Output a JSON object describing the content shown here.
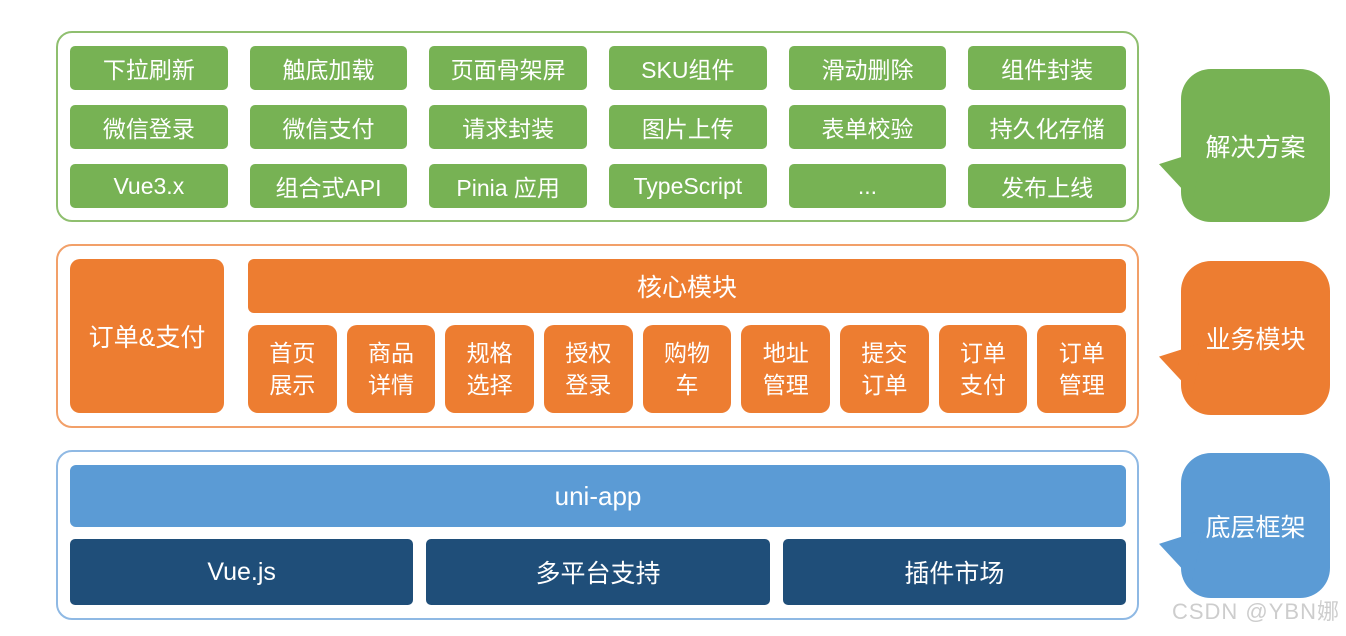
{
  "colors": {
    "green": "#77B254",
    "green_border": "#8FBF6F",
    "orange": "#ED7D31",
    "orange_border": "#F2A069",
    "blue": "#5B9BD5",
    "blue_border": "#8FB9E4",
    "darkblue": "#1F4E79"
  },
  "solutions": {
    "label": "解决方案",
    "items": [
      "下拉刷新",
      "触底加载",
      "页面骨架屏",
      "SKU组件",
      "滑动删除",
      "组件封装",
      "微信登录",
      "微信支付",
      "请求封装",
      "图片上传",
      "表单校验",
      "持久化存储",
      "Vue3.x",
      "组合式API",
      "Pinia 应用",
      "TypeScript",
      "...",
      "发布上线"
    ]
  },
  "business": {
    "label": "业务模块",
    "side_module": "订单&支付",
    "core_title": "核心模块",
    "core_items": [
      "首页展示",
      "商品详情",
      "规格选择",
      "授权登录",
      "购物车",
      "地址管理",
      "提交订单",
      "订单支付",
      "订单管理"
    ]
  },
  "framework": {
    "label": "底层框架",
    "header": "uni-app",
    "items": [
      "Vue.js",
      "多平台支持",
      "插件市场"
    ]
  },
  "watermark": "CSDN @YBN娜"
}
